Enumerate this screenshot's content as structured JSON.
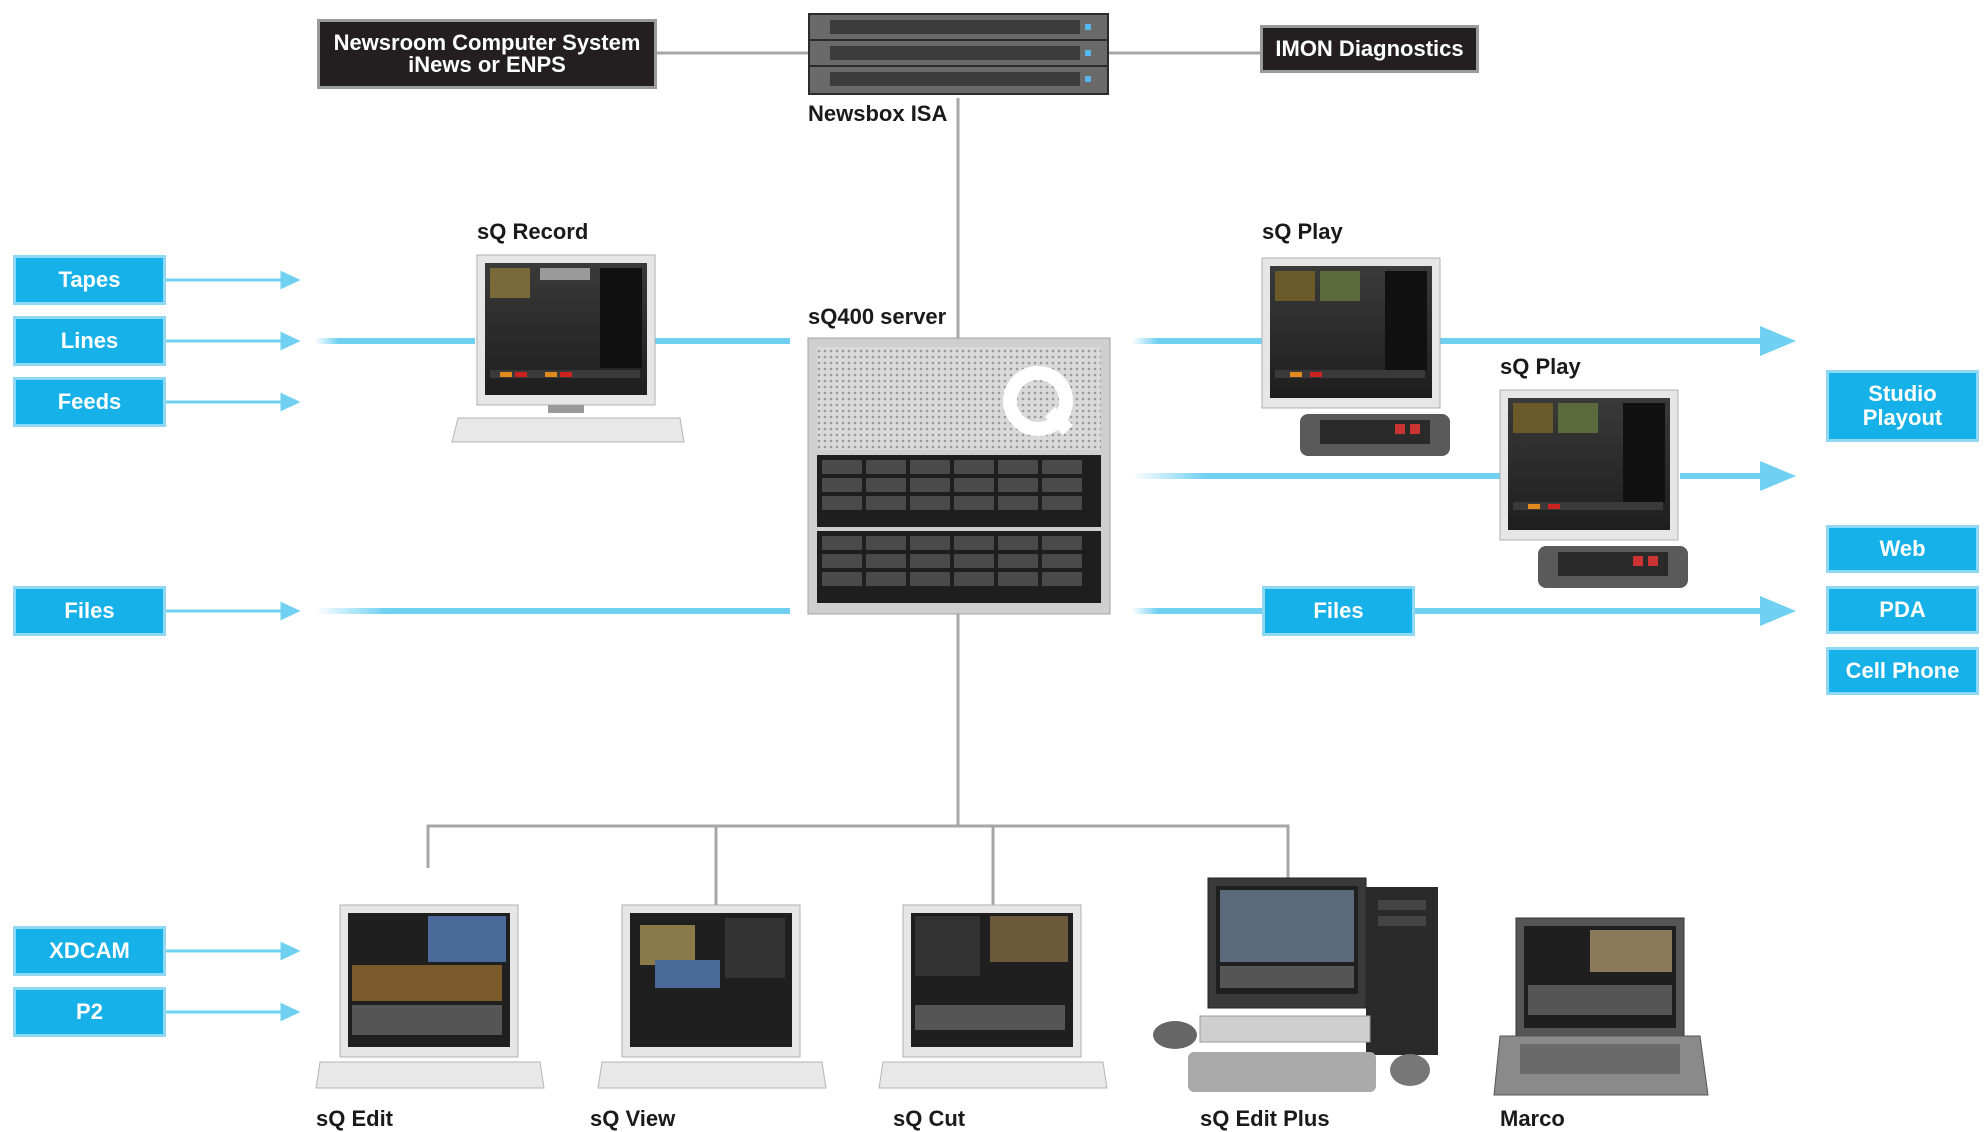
{
  "top": {
    "newsroom_line1": "Newsroom Computer System",
    "newsroom_line2": "iNews or ENPS",
    "server_label": "Newsbox ISA",
    "imon": "IMON Diagnostics"
  },
  "center": {
    "server_label": "sQ400 server",
    "record_label": "sQ Record",
    "play1_label": "sQ Play",
    "play2_label": "sQ Play",
    "files_out": "Files"
  },
  "inputs": {
    "tapes": "Tapes",
    "lines": "Lines",
    "feeds": "Feeds",
    "files": "Files",
    "xdcam": "XDCAM",
    "p2": "P2"
  },
  "outputs": {
    "studio_line1": "Studio",
    "studio_line2": "Playout",
    "web": "Web",
    "pda": "PDA",
    "cell": "Cell Phone"
  },
  "bottom": {
    "edit": "sQ Edit",
    "view": "sQ View",
    "cut": "sQ Cut",
    "edit_plus": "sQ Edit Plus",
    "marco": "Marco"
  },
  "colors": {
    "accent": "#16b1e8",
    "dark_box": "#231f20",
    "connector": "#a6a6a6"
  }
}
